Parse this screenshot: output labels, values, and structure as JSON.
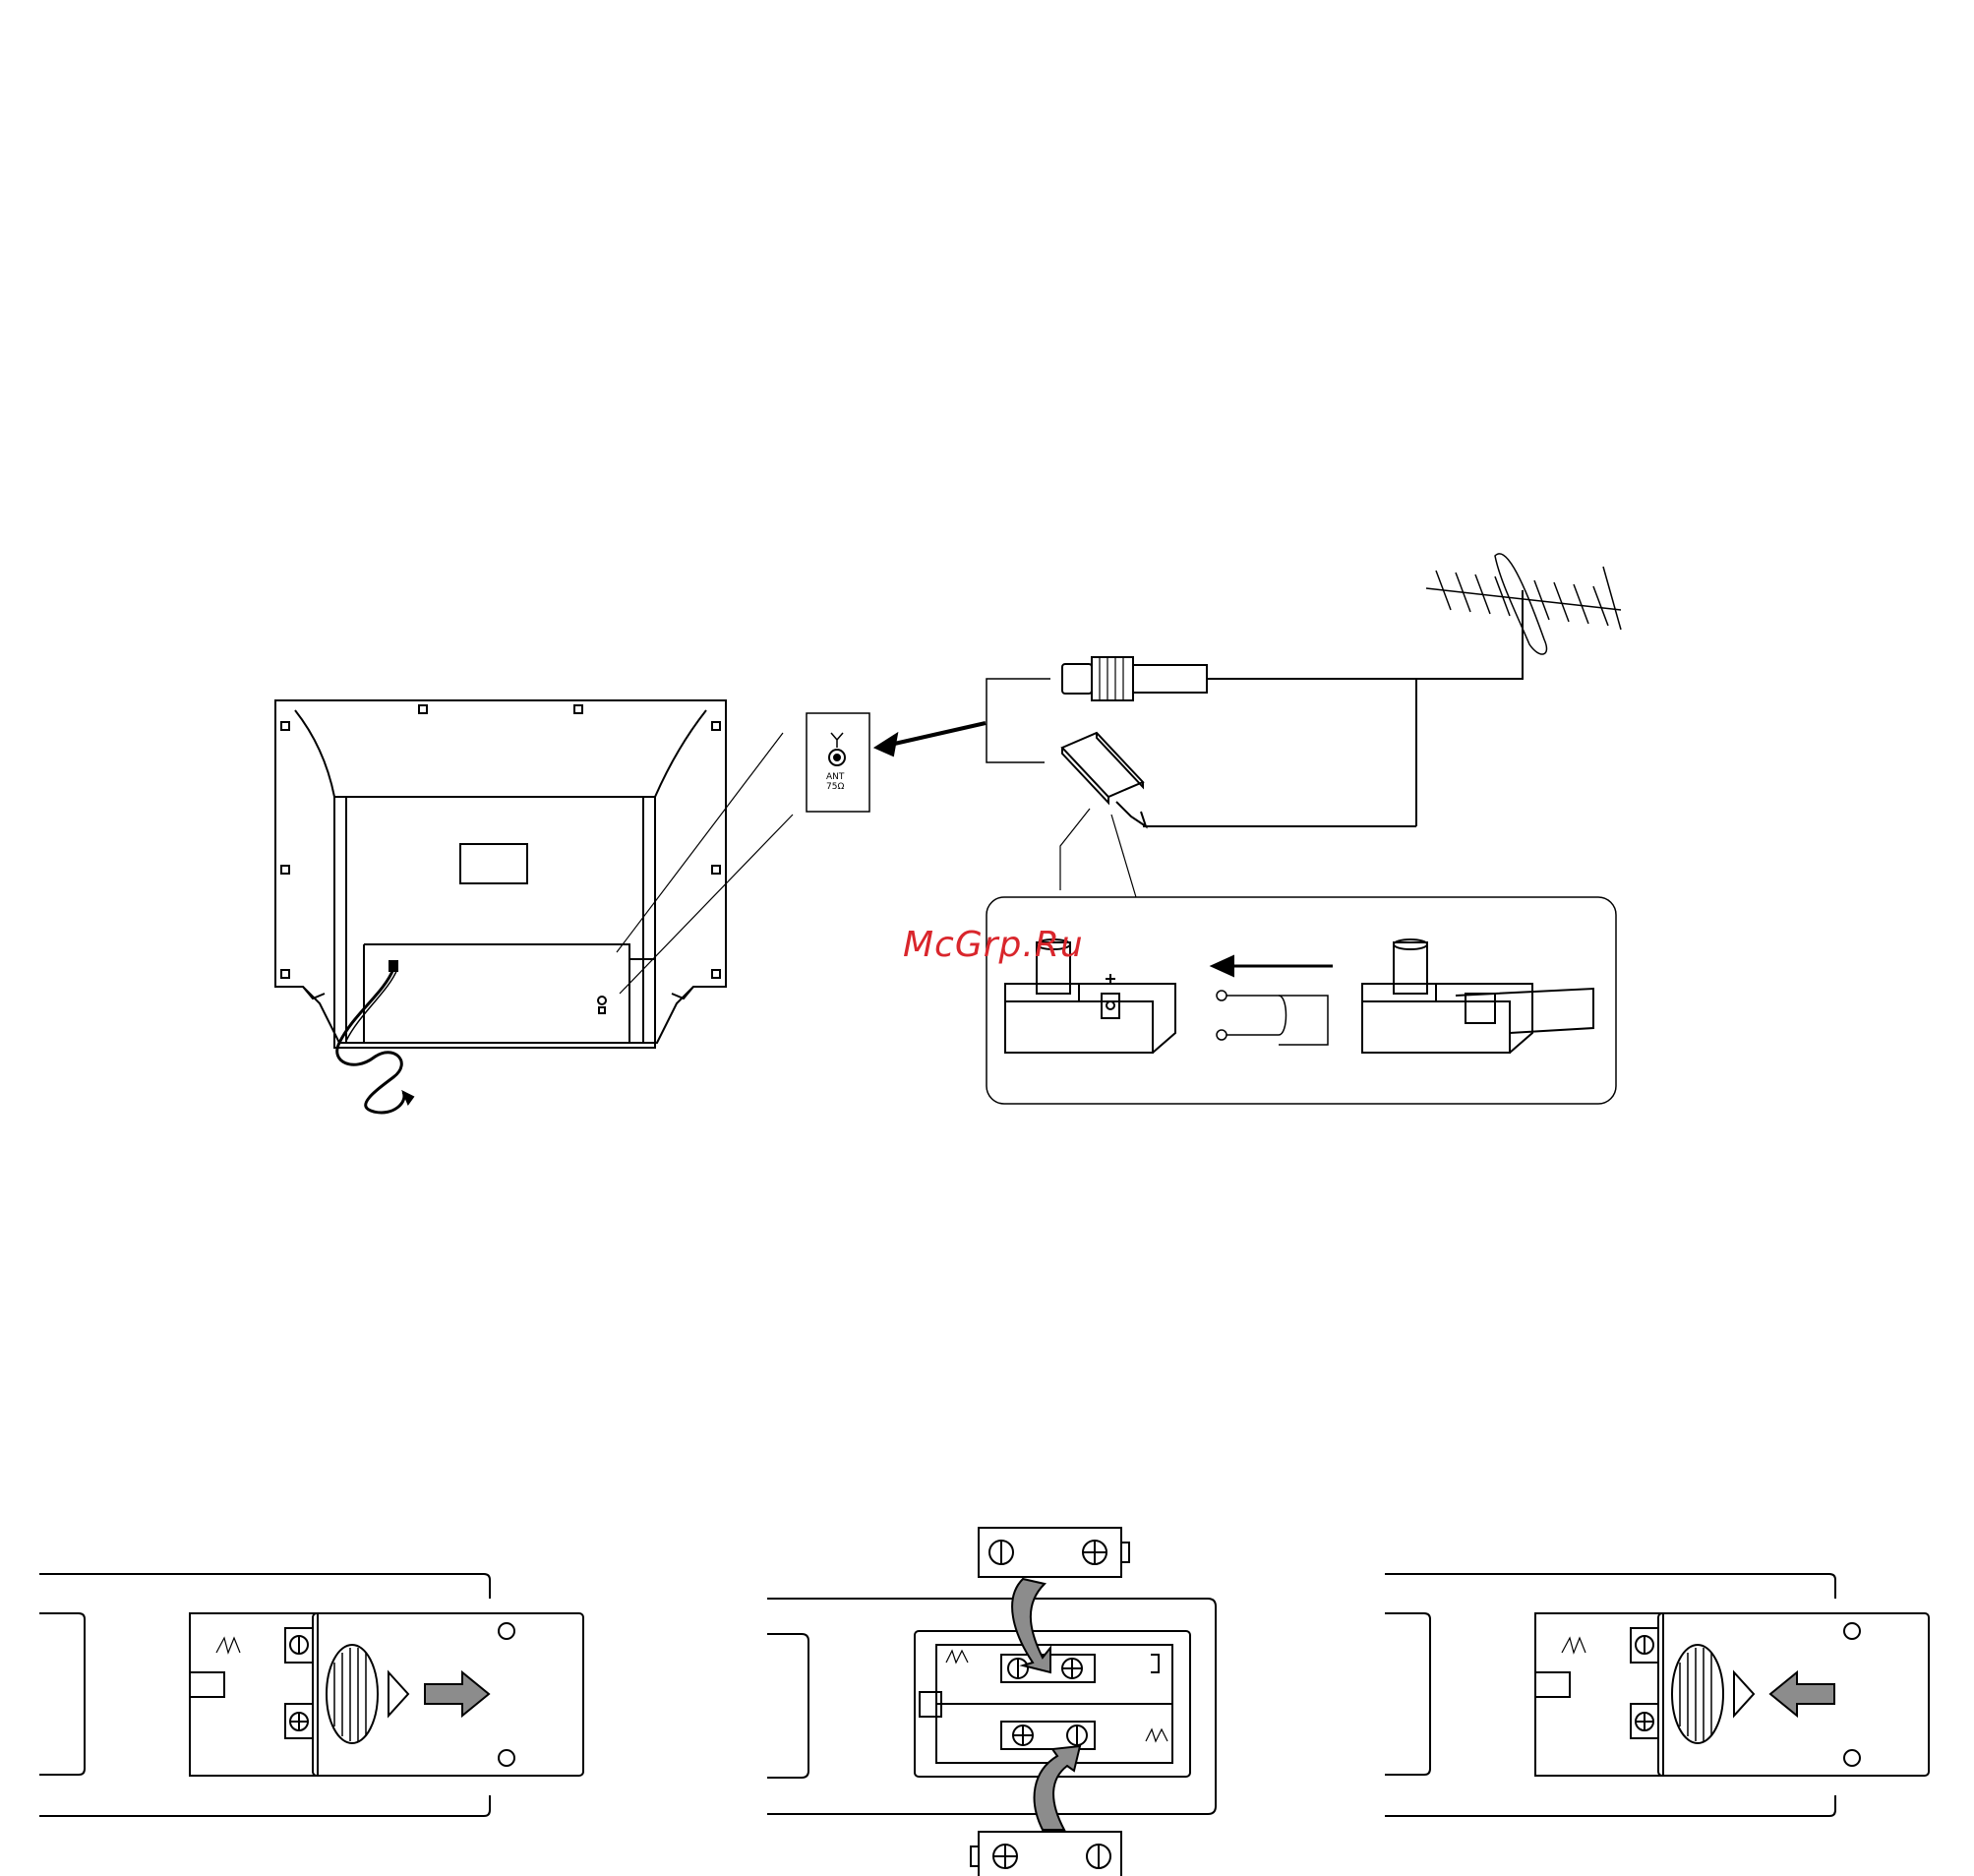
{
  "watermark": "McGrp.Ru",
  "jack_panel": {
    "line1": "ANT",
    "line2": "75Ω"
  },
  "icons": {
    "antenna": "yagi-antenna-icon",
    "tv": "tv-rear-icon",
    "jack": "antenna-jack-icon",
    "coax_plug": "coax-plug-icon",
    "adapter": "twin-lead-adapter-icon",
    "battery": "battery-icon"
  },
  "colors": {
    "line": "#000000",
    "watermark": "#d9262c",
    "arrow_fill": "#8c8c8c"
  }
}
